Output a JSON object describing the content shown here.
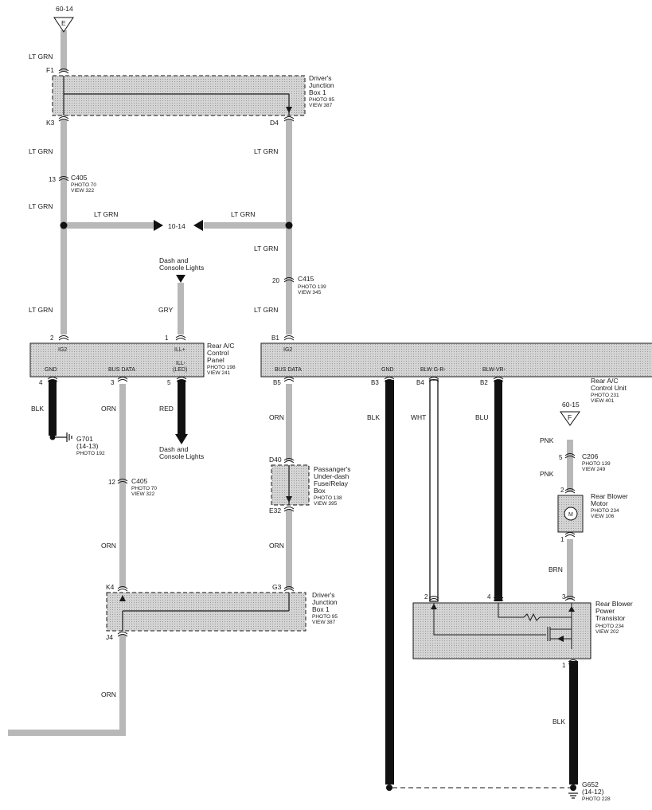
{
  "colors": {
    "wire_gray": "#b8b8b8",
    "wire_black": "#111111",
    "box_fill": "#d2d2d2",
    "line": "#1a1a1a"
  },
  "top_ref": {
    "page": "60-14",
    "letter": "E"
  },
  "wire_labels": {
    "lt_grn_top": "LT GRN",
    "f1": "F1",
    "k3": "K3",
    "d4": "D4",
    "lt_grn_left1": "LT GRN",
    "lt_grn_right1": "LT GRN",
    "lt_grn_left2": "LT GRN",
    "lt_grn_mid_left": "LT GRN",
    "lt_grn_mid_right": "LT GRN",
    "lt_grn_right2": "LT GRN",
    "lt_grn_left3": "LT GRN",
    "lt_grn_right3": "LT GRN",
    "gry": "GRY",
    "blk_left": "BLK",
    "orn_left1": "ORN",
    "red": "RED",
    "orn_right1": "ORN",
    "blk_b3": "BLK",
    "wht": "WHT",
    "blu": "BLU",
    "pnk1": "PNK",
    "pnk2": "PNK",
    "orn_left2": "ORN",
    "orn_right2": "ORN",
    "brn": "BRN",
    "orn_left3": "ORN",
    "blk_bottom": "BLK"
  },
  "page_ref_mid": "10-14",
  "djb_top": {
    "title": [
      "Driver's",
      "Junction",
      "Box 1"
    ],
    "photo": "PHOTO 95",
    "view": "VIEW 387"
  },
  "c405_top": {
    "pin": "13",
    "name": "C405",
    "photo": "PHOTO 70",
    "view": "VIEW 322"
  },
  "dash_lights_top": [
    "Dash and",
    "Console Lights"
  ],
  "c415": {
    "pin": "20",
    "name": "C415",
    "photo": "PHOTO 139",
    "view": "VIEW 345"
  },
  "rear_ac_panel": {
    "pins": {
      "ig2": "2",
      "ill_plus": "1",
      "gnd": "4",
      "bus": "3",
      "ill_led": "5"
    },
    "terminals": {
      "ig2": "IG2",
      "ill_plus": "ILL+",
      "gnd": "GND",
      "bus": "BUS DATA",
      "ill_led_1": "ILL-",
      "ill_led_2": "(LED)"
    },
    "title": [
      "Rear A/C",
      "Control",
      "Panel"
    ],
    "photo": "PHOTO 198",
    "view": "VIEW 241"
  },
  "rear_ac_unit": {
    "pins": {
      "b1": "B1",
      "b5": "B5",
      "b3": "B3",
      "b4": "B4",
      "b2": "B2"
    },
    "terminals": {
      "ig2": "IG2",
      "bus": "BUS DATA",
      "gnd": "GND",
      "blw_gr": "BLW G-R-",
      "blw_vr": "BLW-VR-"
    },
    "title": [
      "Rear A/C",
      "Control Unit"
    ],
    "photo": "PHOTO 231",
    "view": "VIEW 401"
  },
  "g701": {
    "name": "G701",
    "ref": "(14-13)",
    "photo": "PHOTO 192"
  },
  "dash_lights_bottom": [
    "Dash and",
    "Console Lights"
  ],
  "ref_f": {
    "page": "60-15",
    "letter": "F"
  },
  "c405_mid": {
    "pin": "12",
    "name": "C405",
    "photo": "PHOTO 70",
    "view": "VIEW 322"
  },
  "pass_box": {
    "d40": "D40",
    "e32": "E32",
    "title": [
      "Passanger's",
      "Under-dash",
      "Fuse/Relay",
      "Box"
    ],
    "photo": "PHOTO 138",
    "view": "VIEW 395"
  },
  "c206": {
    "pin": "5",
    "name": "C206",
    "photo": "PHOTO 139",
    "view": "VIEW 249"
  },
  "blower_motor": {
    "pin_top": "2",
    "pin_bottom": "1",
    "symbol": "M",
    "title": [
      "Rear Blower",
      "Motor"
    ],
    "photo": "PHOTO 234",
    "view": "VIEW 106"
  },
  "djb_bottom": {
    "k4": "K4",
    "g3": "G3",
    "j4": "J4",
    "title": [
      "Driver's",
      "Junction",
      "Box 1"
    ],
    "photo": "PHOTO 95",
    "view": "VIEW 387"
  },
  "transistor": {
    "pin_2": "2",
    "pin_4": "4",
    "pin_3": "3",
    "pin_1": "1",
    "title": [
      "Rear Blower",
      "Power",
      "Transistor"
    ],
    "photo": "PHOTO 234",
    "view": "VIEW 202"
  },
  "g652": {
    "name": "G652",
    "ref": "(14-12)",
    "photo": "PHOTO 228"
  }
}
